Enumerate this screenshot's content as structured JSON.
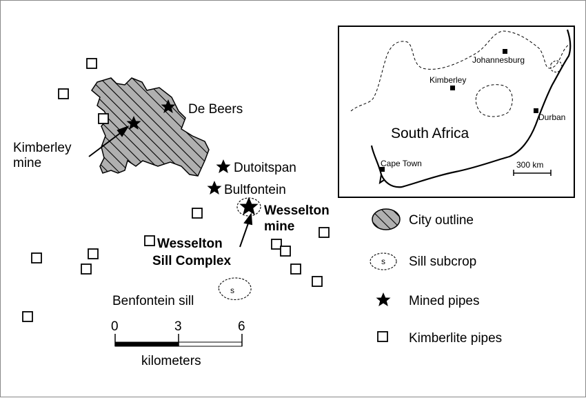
{
  "labels": {
    "de_beers": "De Beers",
    "kimberley_mine": [
      "Kimberley",
      "mine"
    ],
    "dutoitspan": "Dutoitspan",
    "bultfontein": "Bultfontein",
    "wesselton_mine": [
      "Wesselton",
      "mine"
    ],
    "wesselton_sill": [
      "Wesselton",
      "Sill Complex"
    ],
    "benfontein": "Benfontein sill",
    "sill_symbol": "s"
  },
  "scale_bar": {
    "ticks": [
      "0",
      "3",
      "6"
    ],
    "unit": "kilometers"
  },
  "legend": [
    {
      "key": "city",
      "label": "City outline"
    },
    {
      "key": "sill",
      "label": "Sill subcrop",
      "symbol": "s"
    },
    {
      "key": "mined",
      "label": "Mined pipes"
    },
    {
      "key": "kimb",
      "label": "Kimberlite pipes"
    }
  ],
  "inset": {
    "country": "South Africa",
    "cities": [
      "Johannesburg",
      "Kimberley",
      "Durban",
      "Cape Town"
    ],
    "scale": "300 km"
  },
  "colors": {
    "ink": "#000000",
    "hatch_fill": "#b0b0b0",
    "frame": "#888888"
  }
}
